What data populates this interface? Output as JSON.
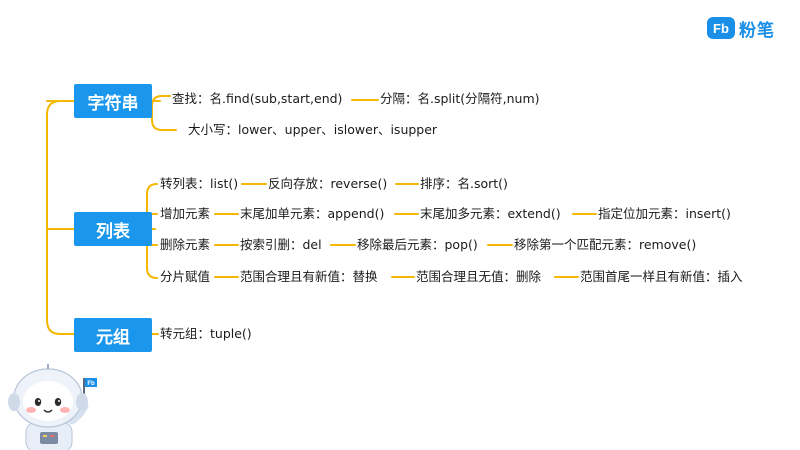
{
  "brand": {
    "logo_mark": "Fb",
    "name": "粉笔",
    "accent": "#1a8fe8"
  },
  "diagram": {
    "string": {
      "label": "字符串",
      "find": "查找：名.find(sub,start,end)",
      "split": "分隔：名.split(分隔符,num)",
      "case": "大小写：lower、upper、islower、isupper"
    },
    "list": {
      "label": "列表",
      "convert": "转列表：list()",
      "reverse": "反向存放：reverse()",
      "sort": "排序：名.sort()",
      "add": "增加元素",
      "append": "末尾加单元素：append()",
      "extend": "末尾加多元素：extend()",
      "insert": "指定位加元素：insert()",
      "delete": "删除元素",
      "del": "按索引删：del",
      "pop": "移除最后元素：pop()",
      "remove": "移除第一个匹配元素：remove()",
      "slice": "分片赋值",
      "replace": "范围合理且有新值：替换",
      "erase": "范围合理且无值：删除",
      "insert_range": "范围首尾一样且有新值：插入"
    },
    "tuple": {
      "label": "元组",
      "convert": "转元组：tuple()"
    }
  },
  "colors": {
    "box": "#1a96ec",
    "line": "#f5b800"
  },
  "mascot": {
    "flag_mark": "Fb"
  }
}
